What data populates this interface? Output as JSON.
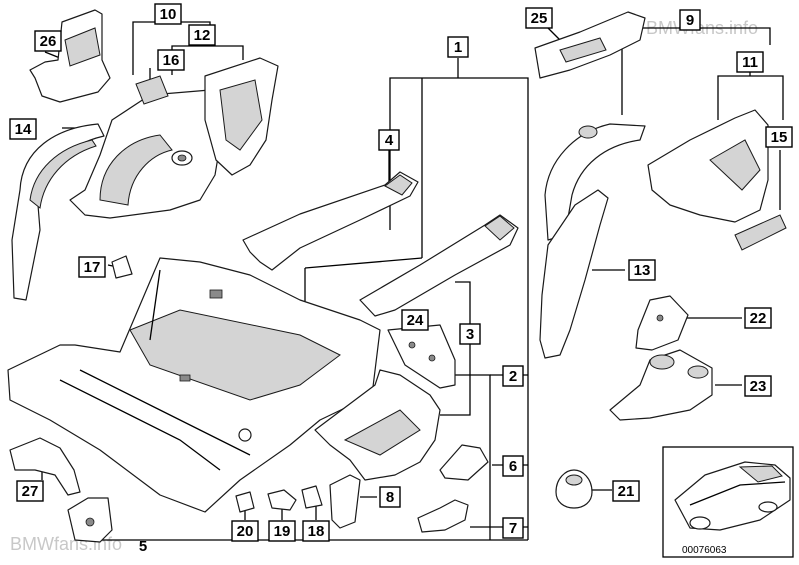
{
  "watermark_top": "BMWfans.info",
  "watermark_bottom": "BMWfans.info",
  "reference_number": "00076063",
  "labels": {
    "l1": "1",
    "l2": "2",
    "l3": "3",
    "l4": "4",
    "l5": "5",
    "l6": "6",
    "l7": "7",
    "l8": "8",
    "l9": "9",
    "l10": "10",
    "l11": "11",
    "l12": "12",
    "l13": "13",
    "l14": "14",
    "l15": "15",
    "l16": "16",
    "l17": "17",
    "l18": "18",
    "l19": "19",
    "l20": "20",
    "l21": "21",
    "l22": "22",
    "l23": "23",
    "l24": "24",
    "l25": "25",
    "l26": "26",
    "l27": "27"
  }
}
